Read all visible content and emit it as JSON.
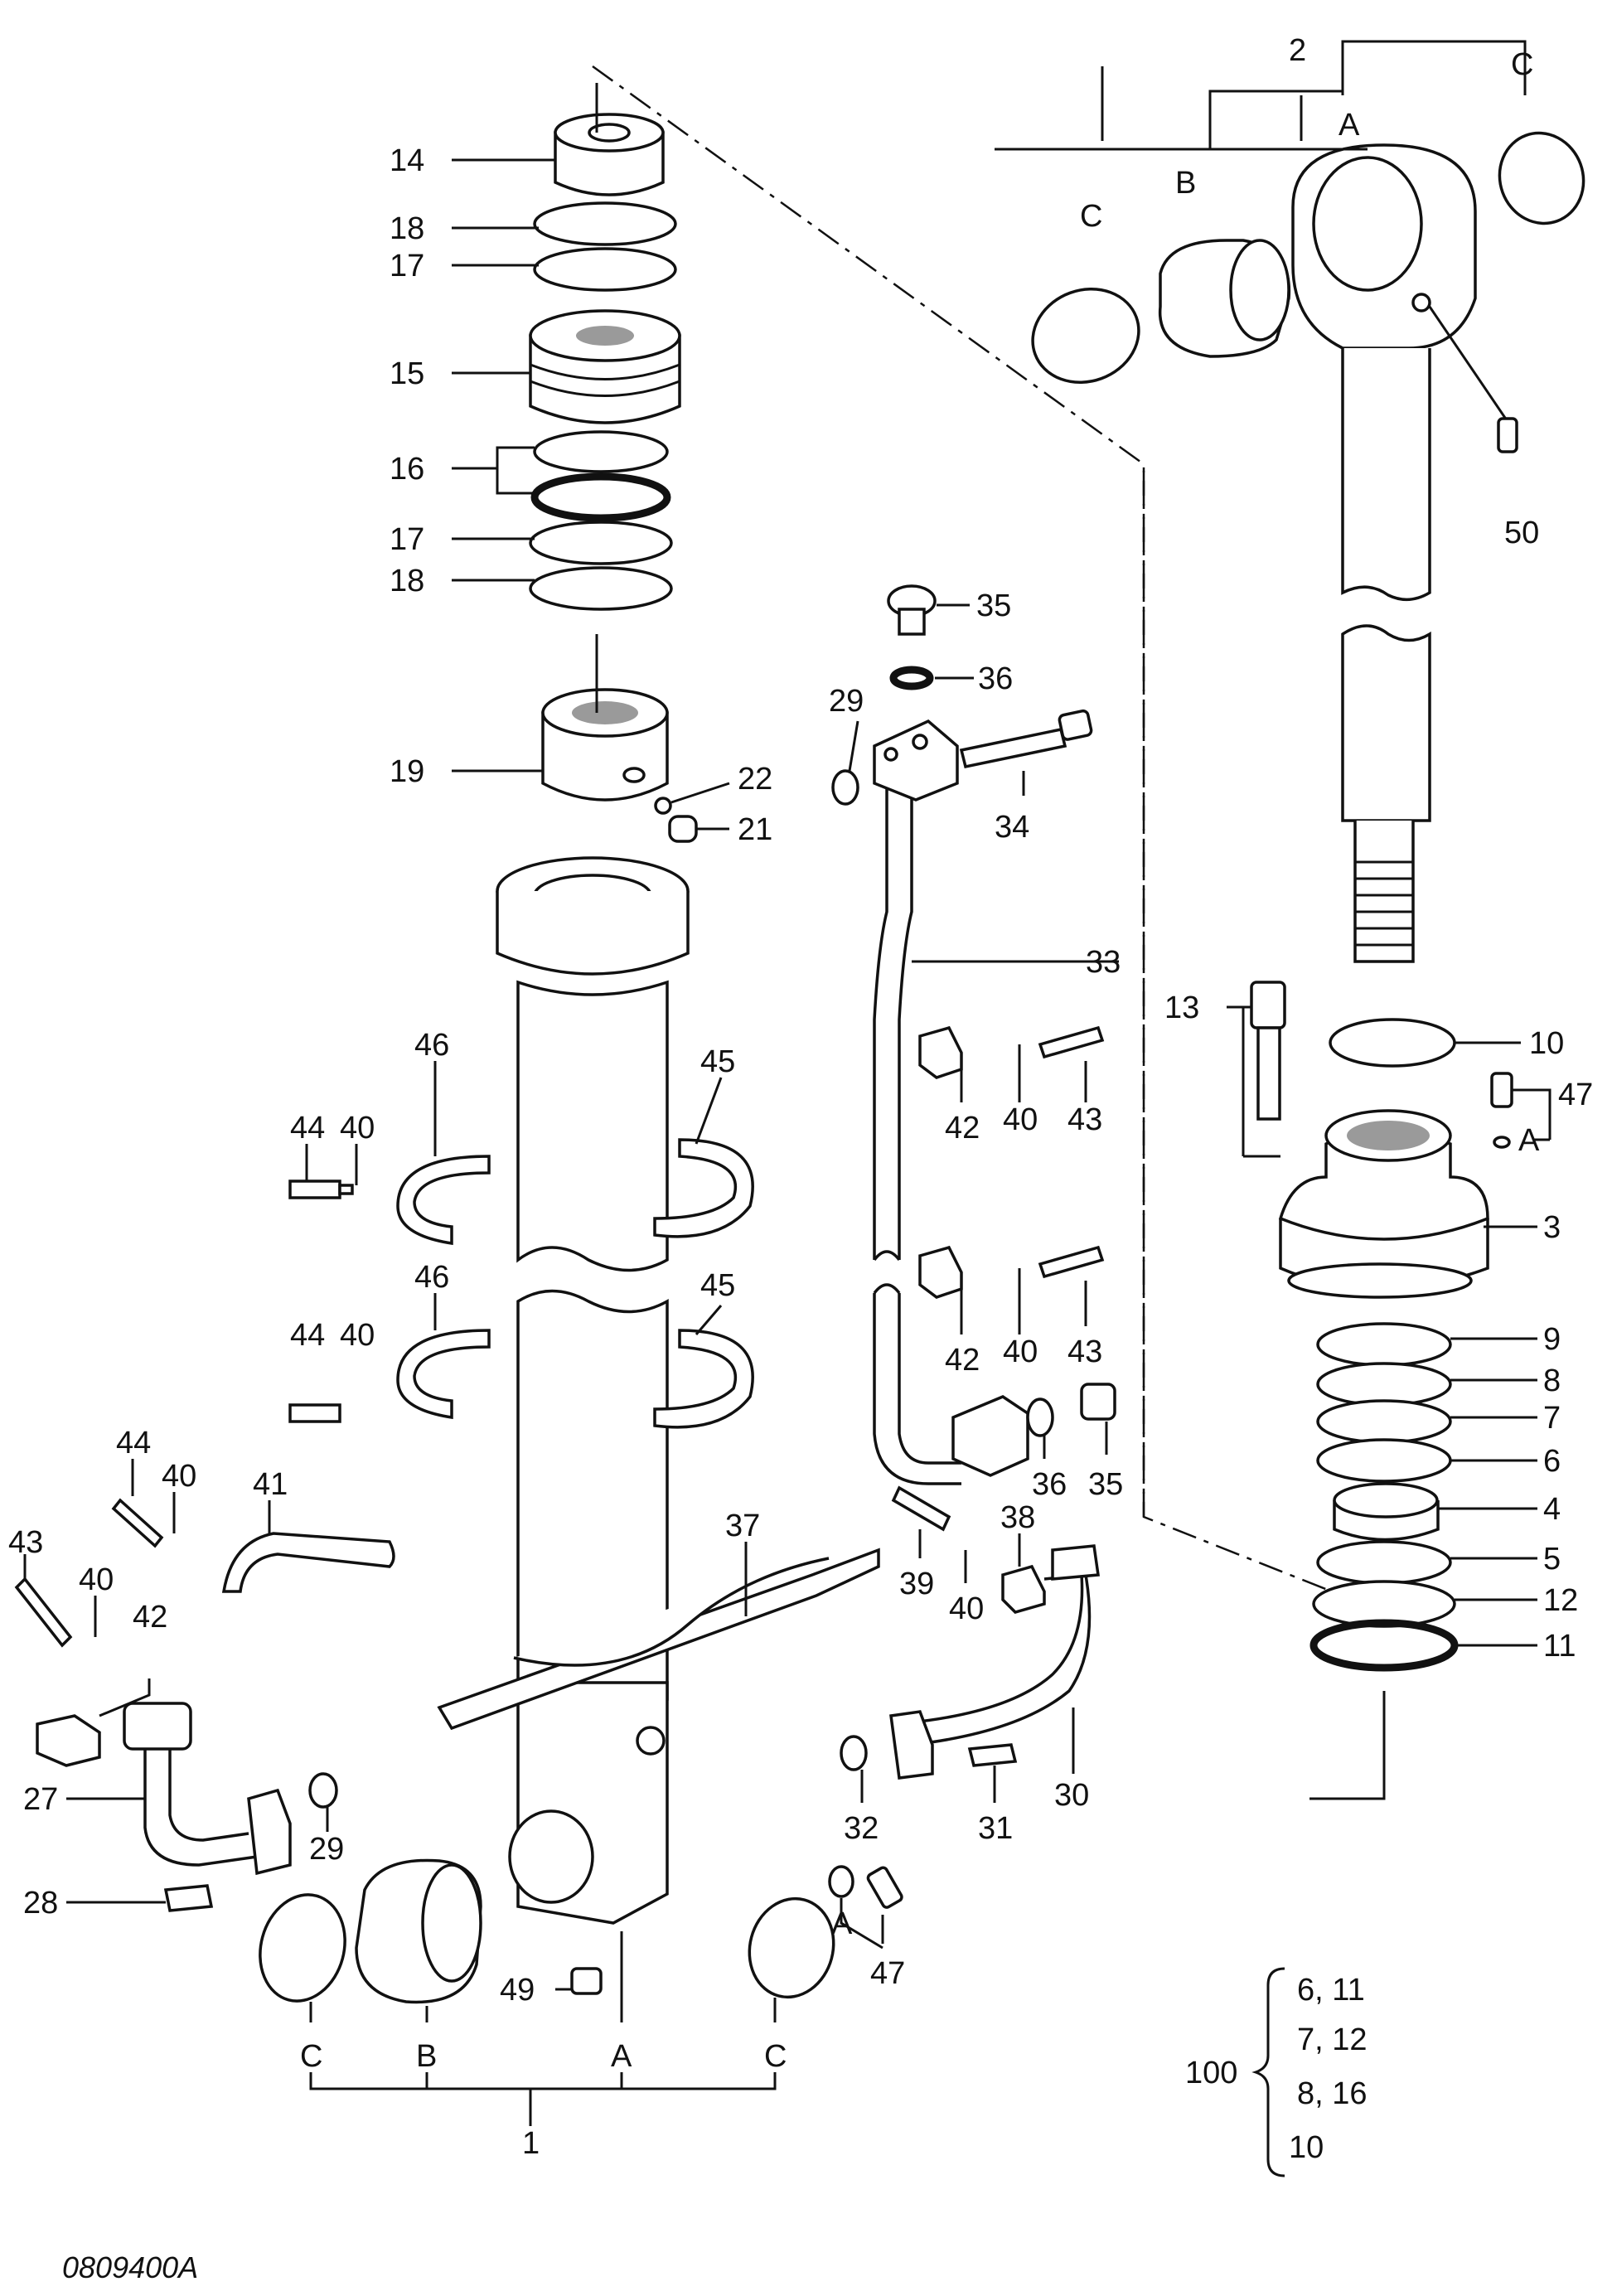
{
  "callouts": [
    {
      "text": "14"
    },
    {
      "text": "18"
    },
    {
      "text": "17"
    },
    {
      "text": "15"
    },
    {
      "text": "16"
    },
    {
      "text": "17"
    },
    {
      "text": "18"
    },
    {
      "text": "19"
    },
    {
      "text": "22"
    },
    {
      "text": "21"
    },
    {
      "text": "35"
    },
    {
      "text": "36"
    },
    {
      "text": "29"
    },
    {
      "text": "34"
    },
    {
      "text": "33"
    },
    {
      "text": "2"
    },
    {
      "text": "A"
    },
    {
      "text": "B"
    },
    {
      "text": "C"
    },
    {
      "text": "C"
    },
    {
      "text": "50"
    },
    {
      "text": "13"
    },
    {
      "text": "10"
    },
    {
      "text": "47"
    },
    {
      "text": "A"
    },
    {
      "text": "3"
    },
    {
      "text": "9"
    },
    {
      "text": "8"
    },
    {
      "text": "7"
    },
    {
      "text": "6"
    },
    {
      "text": "4"
    },
    {
      "text": "5"
    },
    {
      "text": "12"
    },
    {
      "text": "11"
    },
    {
      "text": "46"
    },
    {
      "text": "45"
    },
    {
      "text": "44"
    },
    {
      "text": "40"
    },
    {
      "text": "42"
    },
    {
      "text": "40"
    },
    {
      "text": "43"
    },
    {
      "text": "46"
    },
    {
      "text": "45"
    },
    {
      "text": "44"
    },
    {
      "text": "40"
    },
    {
      "text": "42"
    },
    {
      "text": "40"
    },
    {
      "text": "43"
    },
    {
      "text": "36"
    },
    {
      "text": "35"
    },
    {
      "text": "44"
    },
    {
      "text": "40"
    },
    {
      "text": "41"
    },
    {
      "text": "43"
    },
    {
      "text": "40"
    },
    {
      "text": "42"
    },
    {
      "text": "37"
    },
    {
      "text": "38"
    },
    {
      "text": "39"
    },
    {
      "text": "40"
    },
    {
      "text": "27"
    },
    {
      "text": "29"
    },
    {
      "text": "28"
    },
    {
      "text": "30"
    },
    {
      "text": "32"
    },
    {
      "text": "31"
    },
    {
      "text": "A"
    },
    {
      "text": "47"
    },
    {
      "text": "49"
    },
    {
      "text": "C"
    },
    {
      "text": "B"
    },
    {
      "text": "A"
    },
    {
      "text": "C"
    },
    {
      "text": "1"
    }
  ],
  "seal_kit": {
    "number": "100",
    "rows": [
      "6, 11",
      "7, 12",
      "8, 16",
      "10"
    ]
  },
  "figure_code": "0809400A"
}
